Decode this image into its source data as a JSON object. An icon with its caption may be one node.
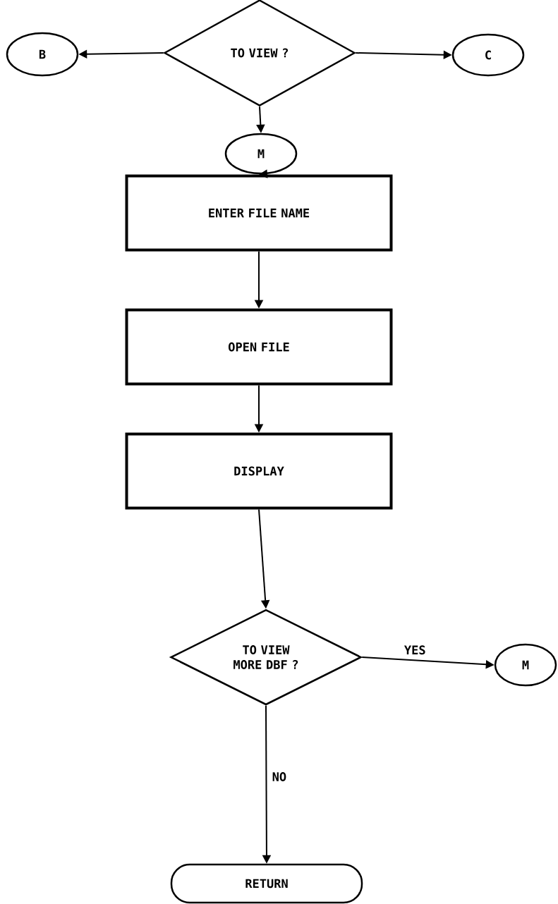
{
  "diagram": {
    "nodes": [
      {
        "text": [
          "TO VIEW ?"
        ]
      },
      {
        "text": [
          "B"
        ]
      },
      {
        "text": [
          "C"
        ]
      },
      {
        "text": [
          "M"
        ]
      },
      {
        "text": [
          "ENTER FILE NAME"
        ]
      },
      {
        "text": [
          "OPEN FILE"
        ]
      },
      {
        "text": [
          "DISPLAY"
        ]
      },
      {
        "text": [
          "TO VIEW MORE DBF ?"
        ]
      },
      {
        "text": [
          "M"
        ]
      },
      {
        "text": [
          "RETURN"
        ]
      }
    ],
    "edges": [
      {
        "from": 0,
        "to": 1,
        "arrow": "to"
      },
      {
        "from": 0,
        "to": 2,
        "arrow": "to"
      },
      {
        "from": 0,
        "to": 3,
        "arrow": "to"
      },
      {
        "from": 3,
        "to": 4,
        "arrow": "to"
      },
      {
        "from": 4,
        "to": 5,
        "arrow": "to"
      },
      {
        "from": 5,
        "to": 6,
        "arrow": "to"
      },
      {
        "from": 6,
        "to": 7,
        "arrow": "to"
      },
      {
        "from": 7,
        "to": 8,
        "arrow": "to",
        "label": "YES"
      },
      {
        "from": 7,
        "to": 9,
        "arrow": "to",
        "label": "NO"
      }
    ]
  }
}
